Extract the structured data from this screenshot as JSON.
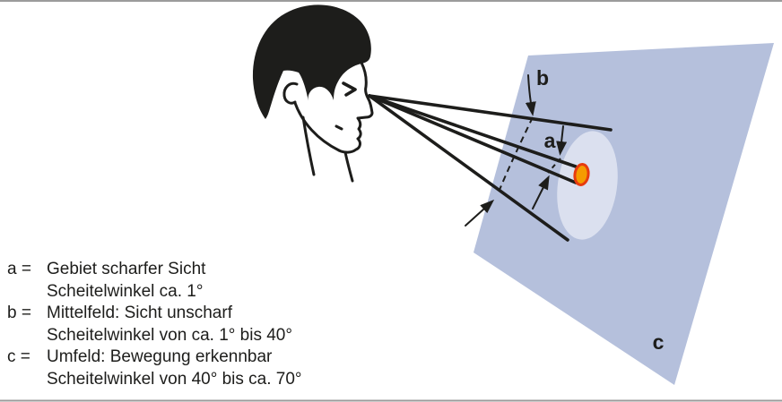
{
  "figure": {
    "labels": {
      "a": "a",
      "b": "b",
      "c": "c"
    },
    "legend": [
      {
        "key_label": "a =",
        "line1": "Gebiet scharfer Sicht",
        "line2": "Scheitelwinkel ca. 1°"
      },
      {
        "key_label": "b =",
        "line1": "Mittelfeld: Sicht unscharf",
        "line2": "Scheitelwinkel von ca. 1° bis 40°"
      },
      {
        "key_label": "c =",
        "line1": "Umfeld: Bewegung erkennbar",
        "line2": "Scheitelwinkel von 40° bis ca. 70°"
      }
    ],
    "colors": {
      "ink": "#1d1d1b",
      "plane": "#b5c0dc",
      "field": "#dbe0ef",
      "spot_fill": "#f59b00",
      "spot_stroke": "#e73b0e",
      "rule": "#9b9b9b",
      "background": "#ffffff"
    }
  }
}
